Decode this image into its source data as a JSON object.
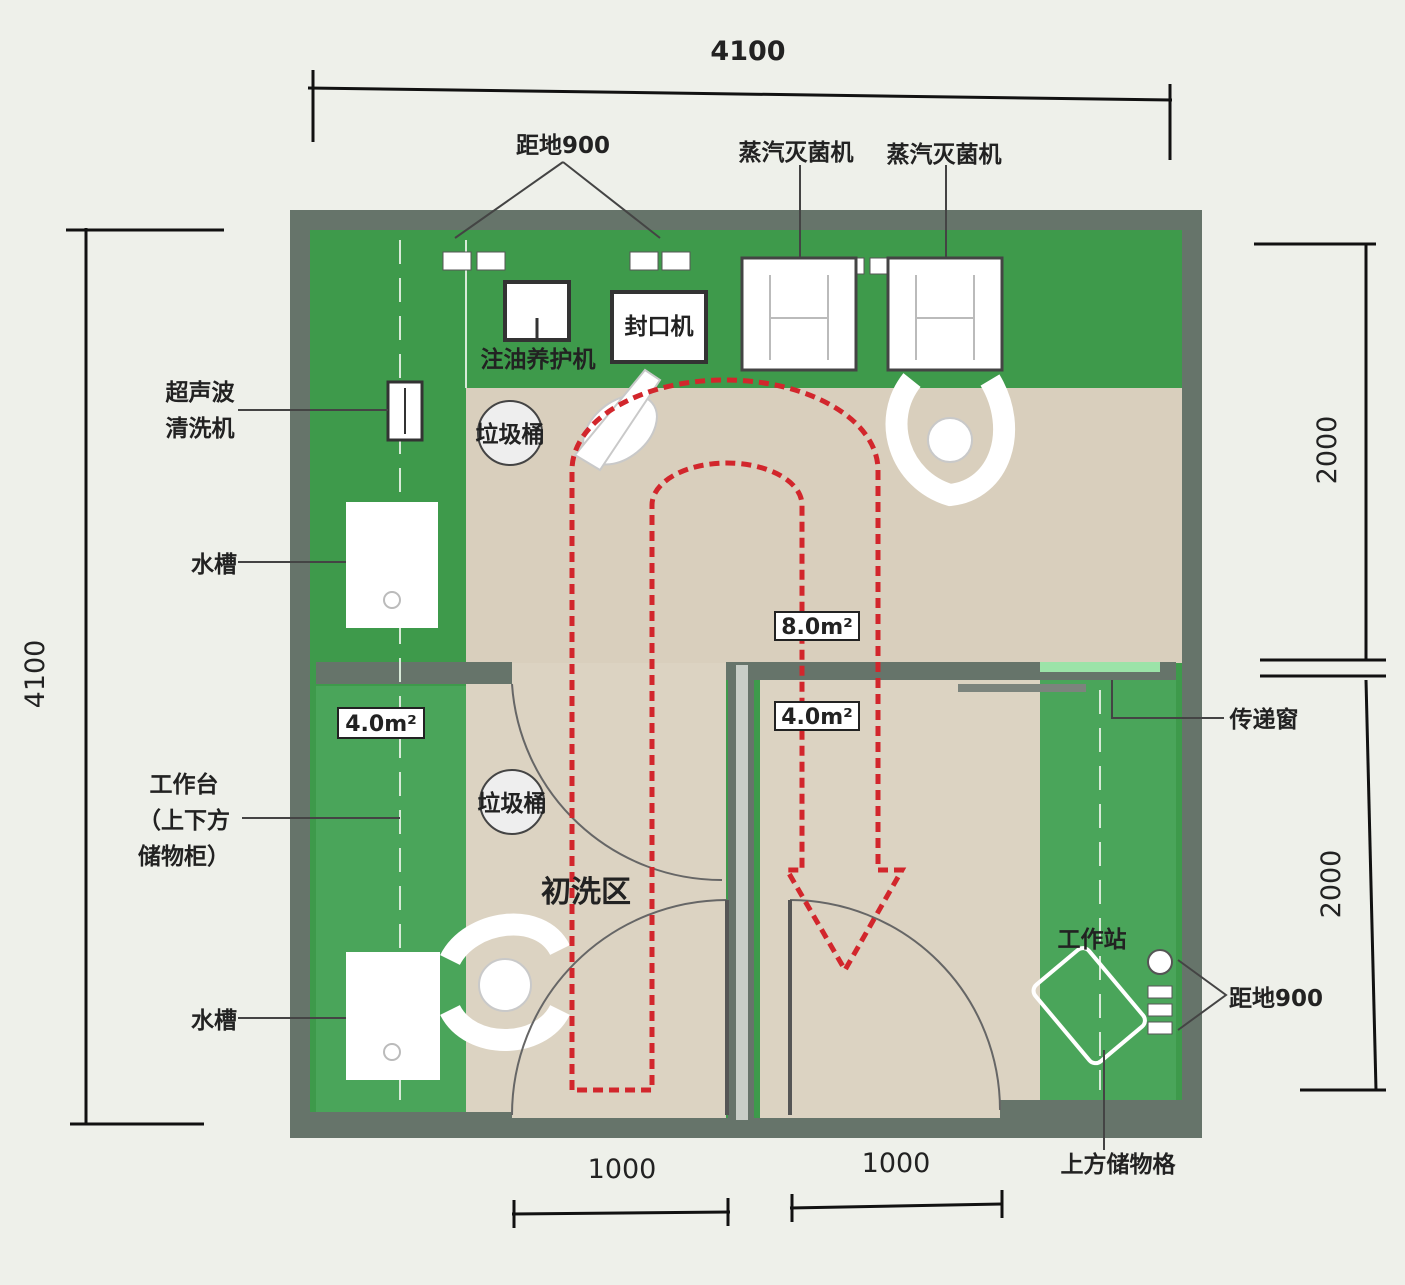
{
  "dimensions": {
    "top_width": "4100",
    "left_height": "4100",
    "right_upper": "2000",
    "right_lower": "2000",
    "bottom_left": "1000",
    "bottom_right": "1000"
  },
  "labels": {
    "height_900_top": "距地900",
    "steam_sterilizer_1": "蒸汽灭菌机",
    "steam_sterilizer_2": "蒸汽灭菌机",
    "sealing_machine": "封口机",
    "oil_injection": "注油养护机",
    "ultrasonic": "超声波\n清洗机",
    "trash_bin_1": "垃圾桶",
    "trash_bin_2": "垃圾桶",
    "sink_1": "水槽",
    "sink_2": "水槽",
    "workbench": "工作台\n（上下方\n储物柜）",
    "pre_wash_zone": "初洗区",
    "pass_window": "传递窗",
    "workstation": "工作站",
    "height_900_right": "距地900",
    "upper_storage": "上方储物格"
  },
  "areas": {
    "main_room": "8.0m²",
    "side_room": "4.0m²",
    "left_counter": "4.0m²"
  },
  "colors": {
    "wall": "#66746a",
    "counter_green": "#3e9a4b",
    "floor": "#d9cfbd",
    "flow_arrow": "#d2262c"
  }
}
